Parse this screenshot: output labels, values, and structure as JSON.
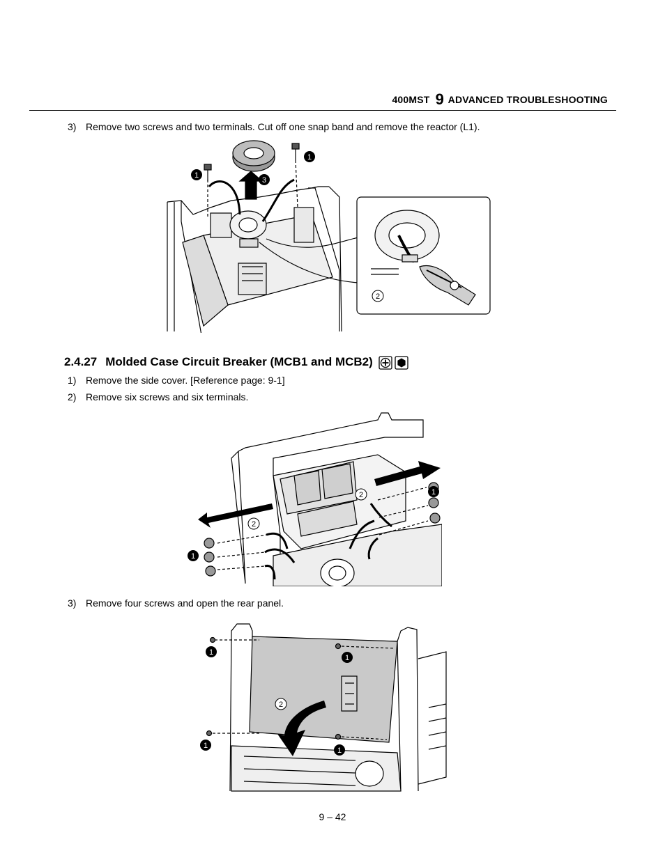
{
  "header": {
    "model": "400MST",
    "chapter_number": "9",
    "chapter_title": "ADVANCED TROUBLESHOOTING"
  },
  "intro_step": {
    "number": "3)",
    "text": "Remove two screws and two terminals. Cut off one snap band and remove the reactor (L1)."
  },
  "figure1": {
    "callouts": [
      "1",
      "1",
      "3",
      "2"
    ]
  },
  "section": {
    "number": "2.4.27",
    "title": "Molded Case Circuit Breaker (MCB1 and MCB2)",
    "tool_icons": [
      "phillips-screwdriver-icon",
      "hex-socket-icon"
    ]
  },
  "steps": [
    {
      "number": "1)",
      "text": "Remove the side cover. [Reference page: 9-1]"
    },
    {
      "number": "2)",
      "text": "Remove six screws and six terminals."
    },
    {
      "number": "3)",
      "text": "Remove four screws and open the rear panel."
    }
  ],
  "figure2": {
    "callouts": [
      "1",
      "2",
      "2",
      "1"
    ]
  },
  "figure3": {
    "callouts": [
      "1",
      "1",
      "2",
      "1",
      "1"
    ]
  },
  "footer": {
    "page": "9 – 42"
  }
}
